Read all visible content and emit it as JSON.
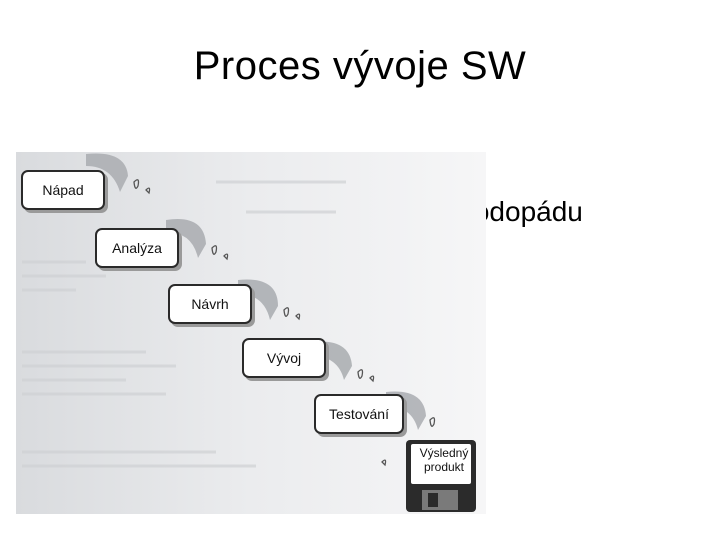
{
  "slide": {
    "title": "Proces vývoje SW",
    "bullet": "Model vodopádu"
  },
  "diagram": {
    "steps": [
      "Nápad",
      "Analýza",
      "Návrh",
      "Vývoj",
      "Testování"
    ],
    "result": "Výsledný produkt",
    "result_line1": "Výsledný",
    "result_line2": "produkt"
  },
  "colors": {
    "paper": "#e9eaec",
    "box_border": "#2a2a2a",
    "disk": "#2b2b2b"
  }
}
